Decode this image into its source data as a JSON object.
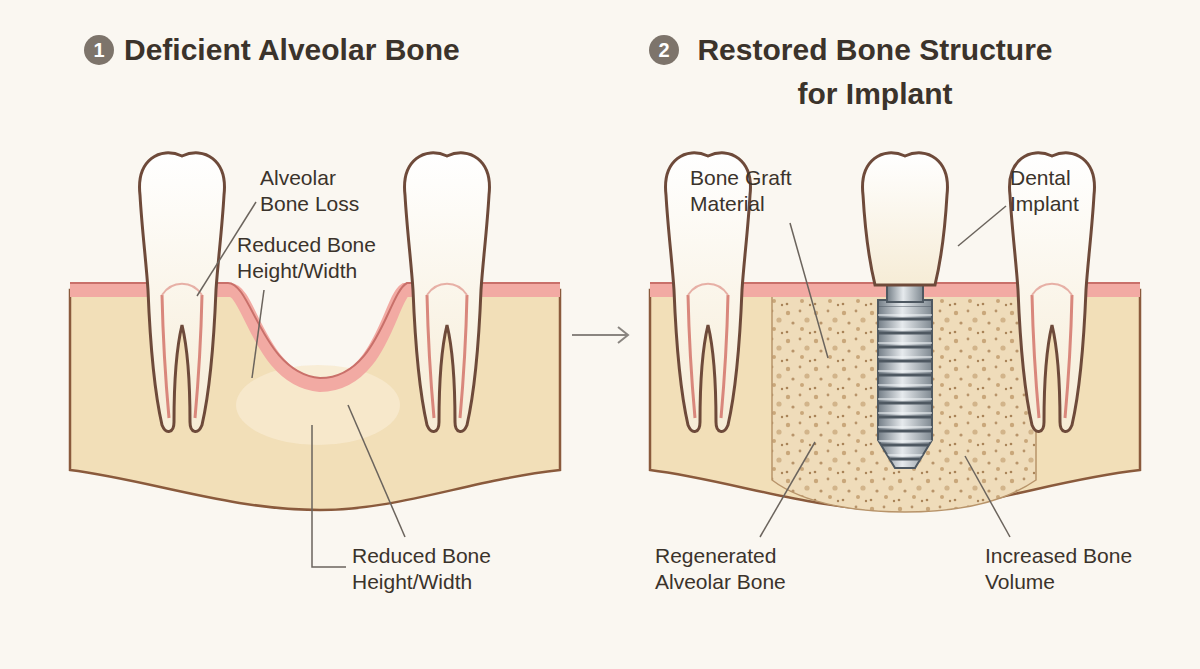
{
  "diagram": {
    "nodes": [
      {
        "text": [
          "1",
          "Deficient Alveolar Bone"
        ]
      },
      {
        "text": [
          "2",
          "Restored Bone Structure for Implant"
        ]
      }
    ],
    "labels": [
      "Alveolar Bone Loss",
      "Reduced Bone Height/Width",
      "Reduced Bone Height/Width",
      "Bone Graft Material",
      "Dental Implant",
      "Regenerated Alveolar Bone",
      "Increased Bone Volume"
    ]
  }
}
